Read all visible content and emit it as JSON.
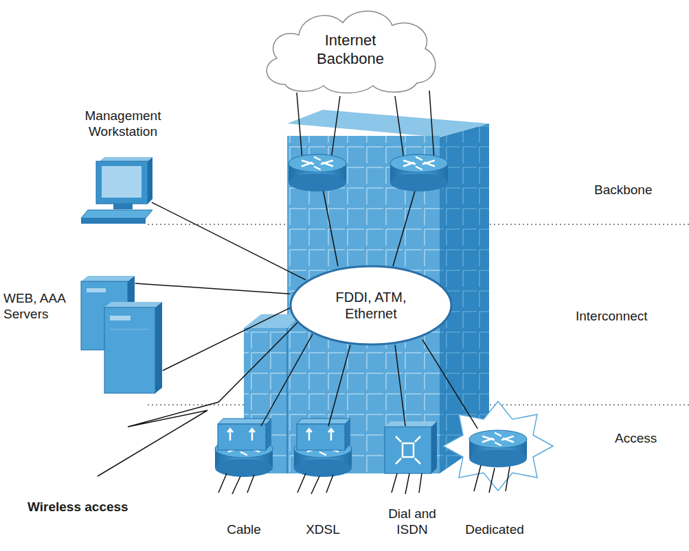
{
  "diagram": {
    "nodes": [
      {
        "text": [
          "Internet Backbone"
        ]
      },
      {
        "text": [
          "Management Workstation"
        ]
      },
      {
        "text": [
          "WEB, AAA Servers"
        ]
      },
      {
        "text": [
          "FDDI, ATM, Ethernet"
        ]
      },
      {
        "text": [
          "Cable"
        ]
      },
      {
        "text": [
          "XDSL"
        ]
      },
      {
        "text": [
          "Dial and ISDN"
        ]
      },
      {
        "text": [
          "Dedicated"
        ]
      }
    ],
    "edges": [
      {
        "from": 1,
        "to": 3,
        "arrow": "none"
      },
      {
        "from": 2,
        "to": 3,
        "arrow": "none"
      },
      {
        "from": 2,
        "to": 3,
        "arrow": "none"
      },
      {
        "from": 3,
        "to": 4,
        "arrow": "none"
      },
      {
        "from": 3,
        "to": 5,
        "arrow": "none"
      },
      {
        "from": 3,
        "to": 6,
        "arrow": "none"
      },
      {
        "from": 3,
        "to": 7,
        "arrow": "none"
      }
    ],
    "labels": [
      "Backbone",
      "Interconnect",
      "Access",
      "Wireless access"
    ]
  }
}
